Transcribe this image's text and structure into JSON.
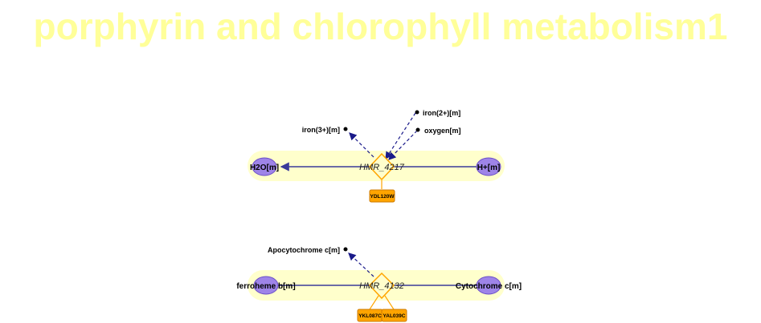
{
  "title": "porphyrin and chlorophyll metabolism1",
  "colors": {
    "title": "#ffff99",
    "band": "#ffffcc",
    "node_fill": "#9e84e8",
    "node_stroke": "#6b4fc8",
    "edge_main": "#3a3a9a",
    "edge_dashed": "#1a1a8a",
    "reaction": "#ffa500",
    "gene_fill": "#ffa500",
    "gene_stroke": "#cc7a00"
  },
  "reactions": [
    {
      "id": "HMR_4217",
      "left_metabolite": "H2O[m]",
      "right_metabolite": "H+[m]",
      "side_products": [
        "iron(3+)[m]"
      ],
      "side_substrates": [
        "iron(2+)[m]",
        "oxygen[m]"
      ],
      "genes": [
        "YDL120W"
      ]
    },
    {
      "id": "HMR_4132",
      "left_metabolite": "ferroheme b[m]",
      "right_metabolite": "Cytochrome c[m]",
      "side_products": [
        "Apocytochrome c[m]"
      ],
      "side_substrates": [],
      "genes": [
        "YKL087C",
        "YAL039C"
      ]
    }
  ]
}
